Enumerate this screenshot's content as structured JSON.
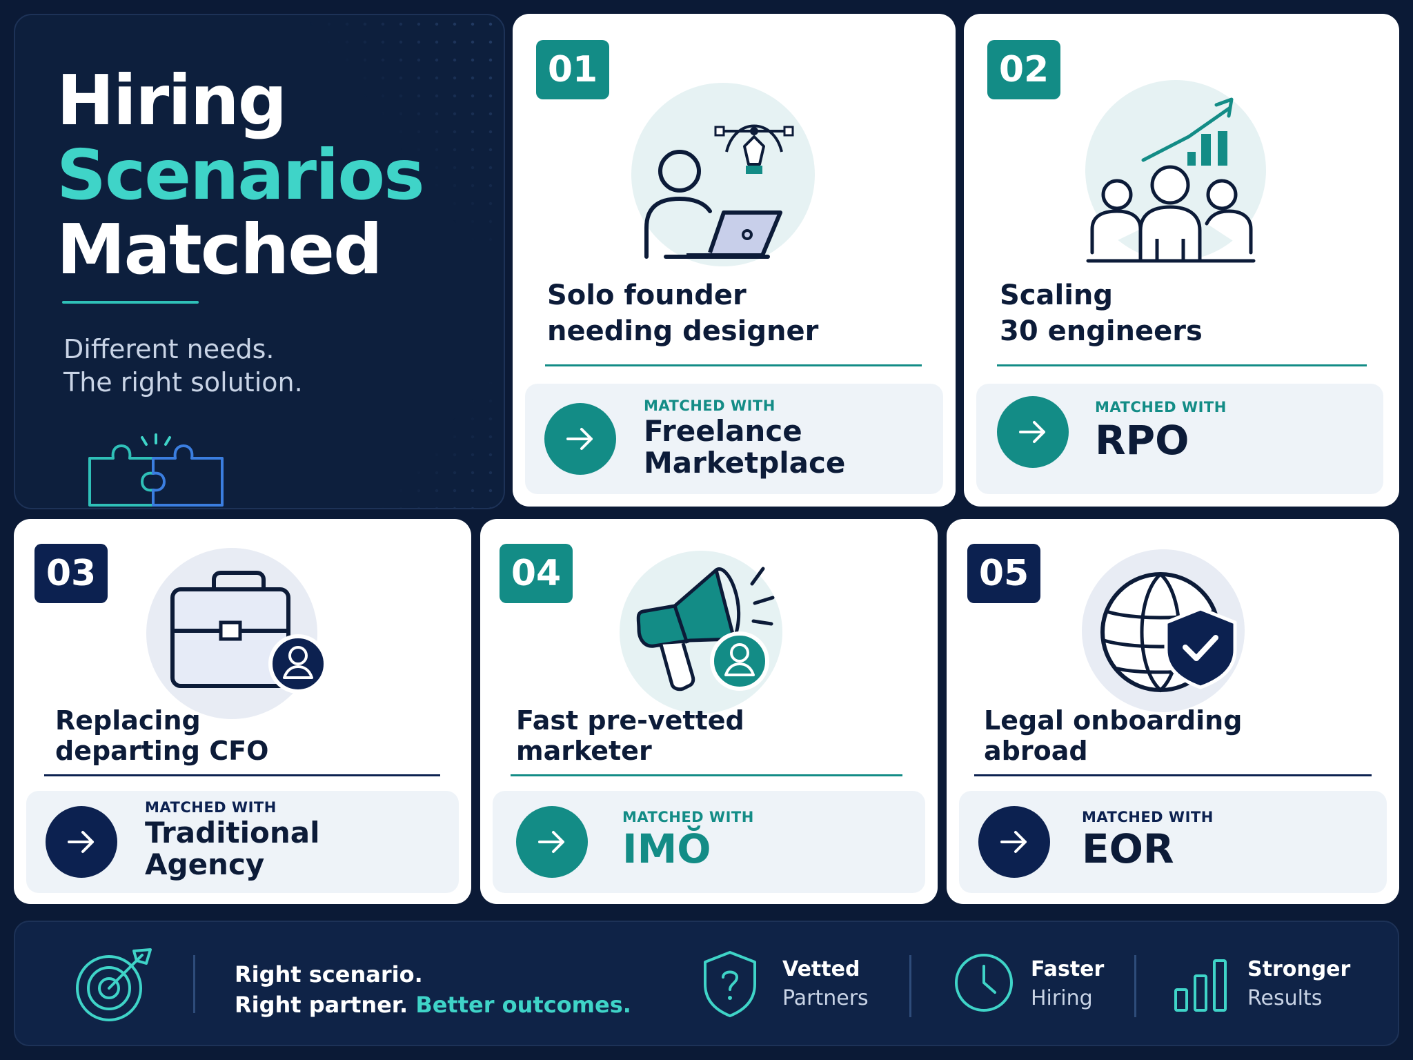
{
  "hero": {
    "title_line1": "Hiring",
    "title_line2": "Scenarios",
    "title_line3": "Matched",
    "subtitle_line1": "Different needs.",
    "subtitle_line2": "The right solution."
  },
  "cards": [
    {
      "number": "01",
      "title_line1": "Solo founder",
      "title_line2": "needing designer",
      "matched_label": "MATCHED WITH",
      "matched_line1": "Freelance",
      "matched_line2": "Marketplace"
    },
    {
      "number": "02",
      "title_line1": "Scaling",
      "title_line2": "30 engineers",
      "matched_label": "MATCHED WITH",
      "matched_line1": "RPO"
    },
    {
      "number": "03",
      "title_line1": "Replacing",
      "title_line2": "departing CFO",
      "matched_label": "MATCHED WITH",
      "matched_line1": "Traditional",
      "matched_line2": "Agency"
    },
    {
      "number": "04",
      "title_line1": "Fast pre-vetted",
      "title_line2": "marketer",
      "matched_label": "MATCHED WITH",
      "matched_line1": "IMŎ"
    },
    {
      "number": "05",
      "title_line1": "Legal onboarding",
      "title_line2": "abroad",
      "matched_label": "MATCHED WITH",
      "matched_line1": "EOR"
    }
  ],
  "footer": {
    "line1": "Right scenario.",
    "line2_a": "Right partner.",
    "line2_b": "Better outcomes.",
    "features": [
      {
        "title": "Vetted",
        "sub": "Partners",
        "icon": "shield-question-icon"
      },
      {
        "title": "Faster",
        "sub": "Hiring",
        "icon": "clock-icon"
      },
      {
        "title": "Stronger",
        "sub": "Results",
        "icon": "bar-chart-icon"
      }
    ]
  },
  "colors": {
    "navy_bg": "#0b1a36",
    "teal": "#138c86",
    "teal_light": "#3fd4c8",
    "navy": "#0c2150"
  }
}
